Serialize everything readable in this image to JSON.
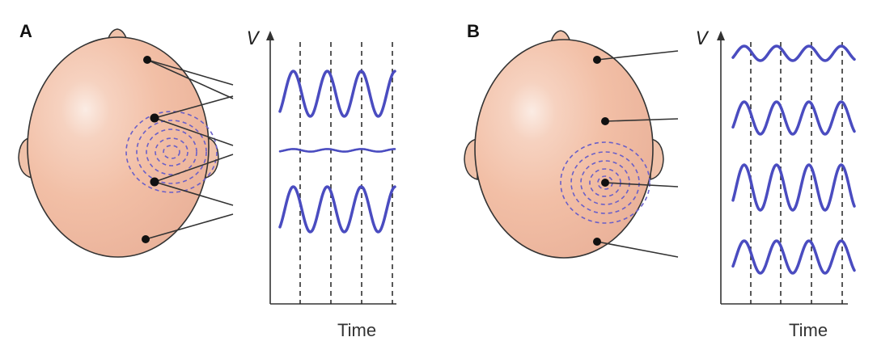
{
  "panels": [
    {
      "label": "A",
      "y_label": "V",
      "x_label": "Time",
      "traces": [
        {
          "amplitude": "large"
        },
        {
          "amplitude": "flat"
        },
        {
          "amplitude": "large"
        }
      ]
    },
    {
      "label": "B",
      "y_label": "V",
      "x_label": "Time",
      "traces": [
        {
          "amplitude": "small"
        },
        {
          "amplitude": "medium"
        },
        {
          "amplitude": "large"
        },
        {
          "amplitude": "medium"
        }
      ]
    }
  ],
  "colors": {
    "head_fill": "#f2bfa6",
    "head_stroke": "#333333",
    "ear_fill": "#f0c2aa",
    "wave": "#4a4cc0",
    "source_rings": "#6a5fc8",
    "electrode": "#111111",
    "lead_line": "#333333",
    "axis": "#333333",
    "time_marker": "#222222"
  }
}
